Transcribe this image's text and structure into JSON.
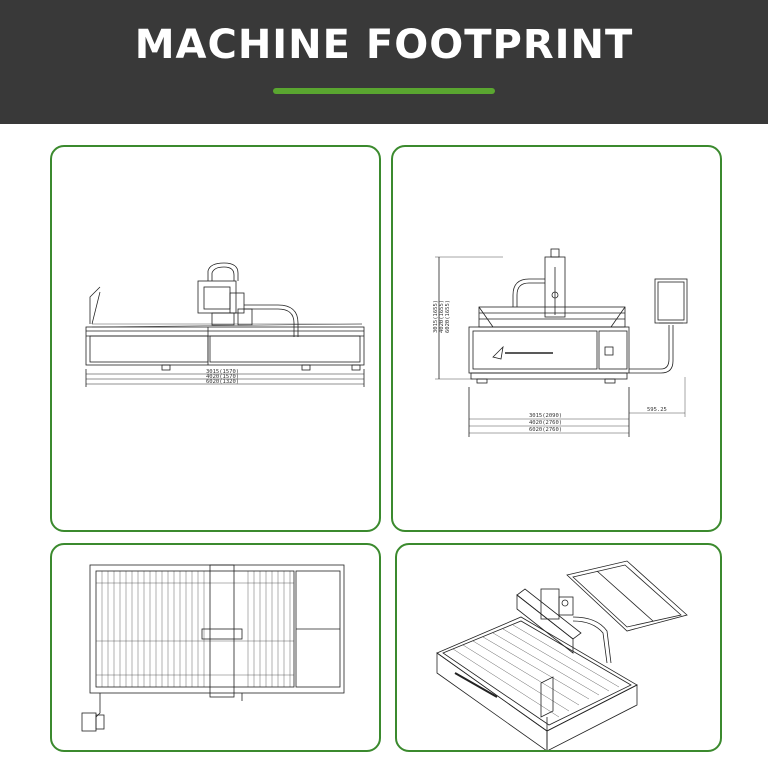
{
  "header": {
    "title": "MACHINE FOOTPRINT",
    "accent_color": "#5aa630",
    "background_color": "#393939",
    "border_color": "#3b8a2e"
  },
  "side_view": {
    "dims": [
      "3015(1570)",
      "4020(1570)",
      "6020(1320)"
    ]
  },
  "front_view": {
    "dims_bottom": [
      "3015(2090)",
      "4020(2760)",
      "6020(2760)"
    ],
    "dims_left": [
      "3015(1655)",
      "4020(1655)",
      "6020(1655)"
    ],
    "dim_right": "595.25"
  }
}
